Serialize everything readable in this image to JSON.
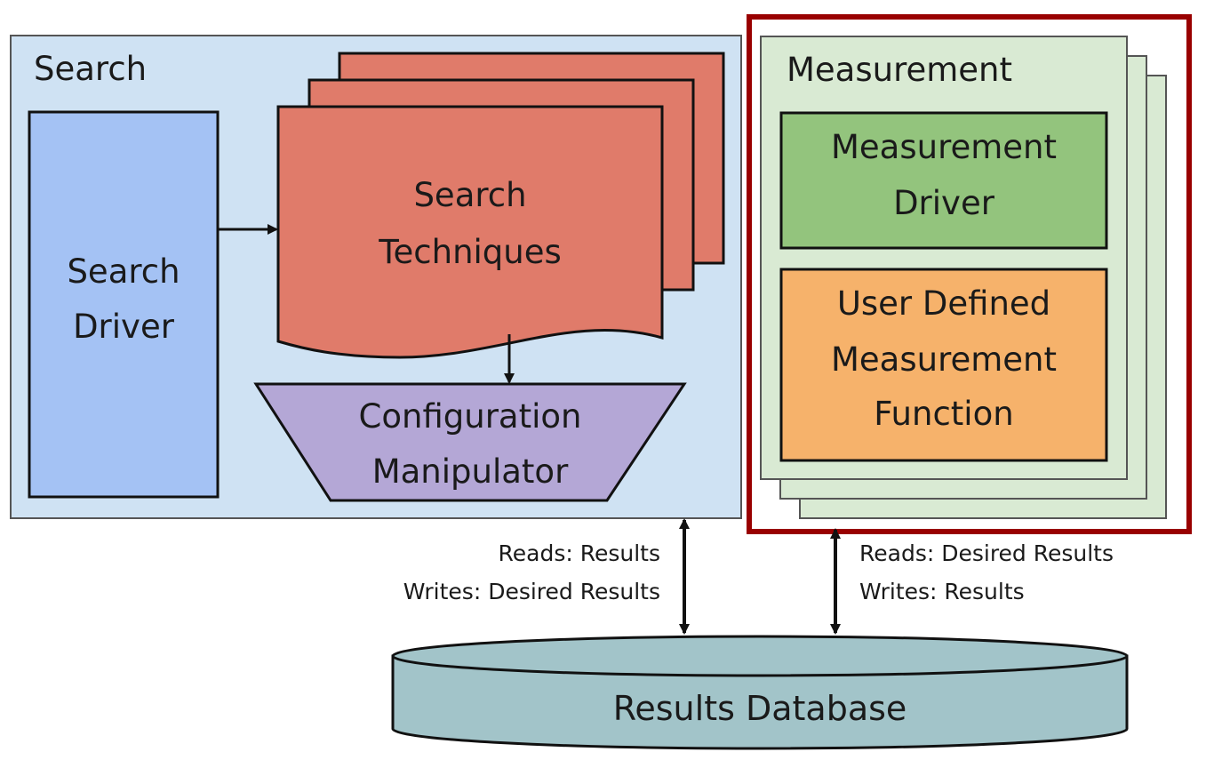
{
  "search": {
    "title": "Search",
    "driver": {
      "line1": "Search",
      "line2": "Driver"
    },
    "techniques": {
      "line1": "Search",
      "line2": "Techniques"
    },
    "manipulator": {
      "line1": "Configuration",
      "line2": "Manipulator"
    }
  },
  "measurement": {
    "title": "Measurement",
    "driver": {
      "line1": "Measurement",
      "line2": "Driver"
    },
    "user_function": {
      "line1": "User Defined",
      "line2": "Measurement",
      "line3": "Function"
    }
  },
  "links": {
    "search_db": {
      "reads": "Reads: Results",
      "writes": "Writes: Desired Results"
    },
    "measurement_db": {
      "reads": "Reads: Desired Results",
      "writes": "Writes: Results"
    }
  },
  "database": {
    "label": "Results Database"
  },
  "colors": {
    "search_panel": "#cfe2f3",
    "search_driver": "#a4c2f4",
    "search_techniques": "#e07b6a",
    "config_manipulator": "#b4a7d6",
    "measurement_panel": "#d9ead3",
    "measurement_driver": "#93c47d",
    "user_function": "#f6b26b",
    "database": "#a2c4c9",
    "highlight": "#990000"
  }
}
